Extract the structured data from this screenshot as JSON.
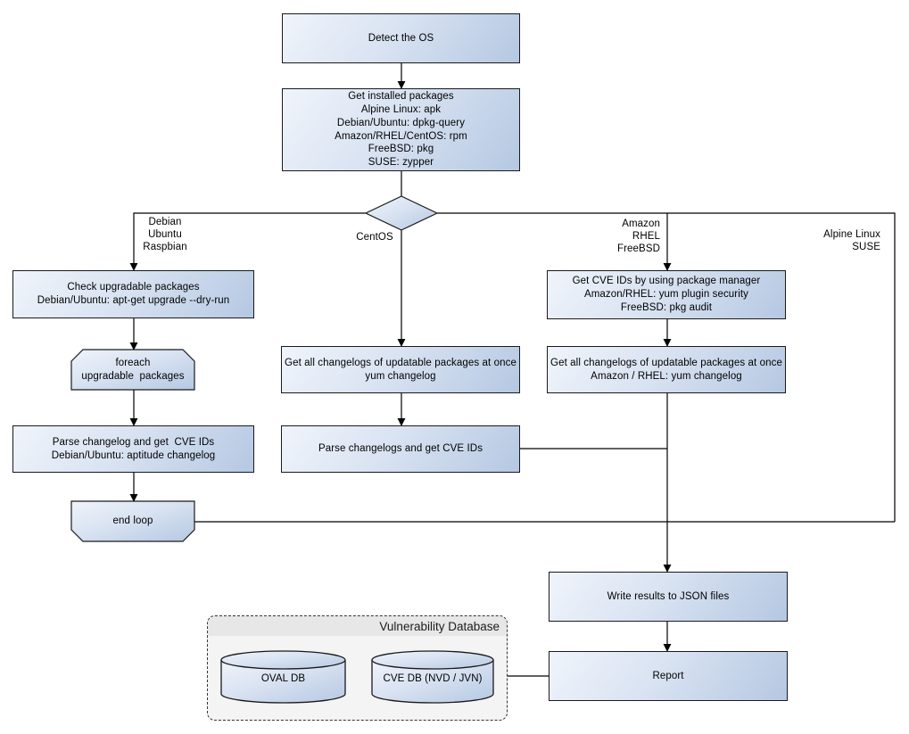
{
  "colors": {
    "node_border": "#1a1a1a",
    "node_fill_light": "#f0f4fb",
    "node_fill_dark": "#b5c8e2",
    "connector": "#000000",
    "db_container_fill": "#f4f4f4",
    "db_container_header": "#e7e7e7",
    "db_container_border": "#333333"
  },
  "nodes": {
    "detect_os": {
      "label": "Detect the OS"
    },
    "get_installed_packages": {
      "label": "Get installed packages\nAlpine Linux: apk\nDebian/Ubuntu: dpkg-query\nAmazon/RHEL/CentOS: rpm\nFreeBSD: pkg\nSUSE: zypper"
    },
    "check_upgradable_packages": {
      "label": "Check upgradable packages\nDebian/Ubuntu: apt-get upgrade --dry-run"
    },
    "foreach_upgradable_packages": {
      "label": "foreach\nupgradable  packages"
    },
    "parse_changelog_get_cve": {
      "label": "Parse changelog and get  CVE IDs\nDebian/Ubuntu: aptitude changelog"
    },
    "end_loop": {
      "label": "end loop"
    },
    "get_all_changelogs_centos": {
      "label": "Get all changelogs of updatable packages at once\nyum changelog"
    },
    "parse_changelogs_get_cve": {
      "label": "Parse changelogs and get CVE IDs"
    },
    "get_cve_ids_package_manager": {
      "label": "Get CVE IDs by using package manager\nAmazon/RHEL: yum plugin security\nFreeBSD: pkg audit"
    },
    "get_all_changelogs_amazon": {
      "label": "Get all changelogs of updatable packages at once\nAmazon / RHEL: yum changelog"
    },
    "write_results": {
      "label": "Write results to JSON files"
    },
    "report": {
      "label": "Report"
    }
  },
  "branch_labels": {
    "debian": "Debian\nUbuntu\nRaspbian",
    "centos": "CentOS",
    "amazon": "Amazon\nRHEL\nFreeBSD",
    "alpine": "Alpine Linux\nSUSE"
  },
  "database": {
    "title": "Vulnerability Database",
    "oval_db": "OVAL DB",
    "cve_db": "CVE DB (NVD / JVN)"
  }
}
